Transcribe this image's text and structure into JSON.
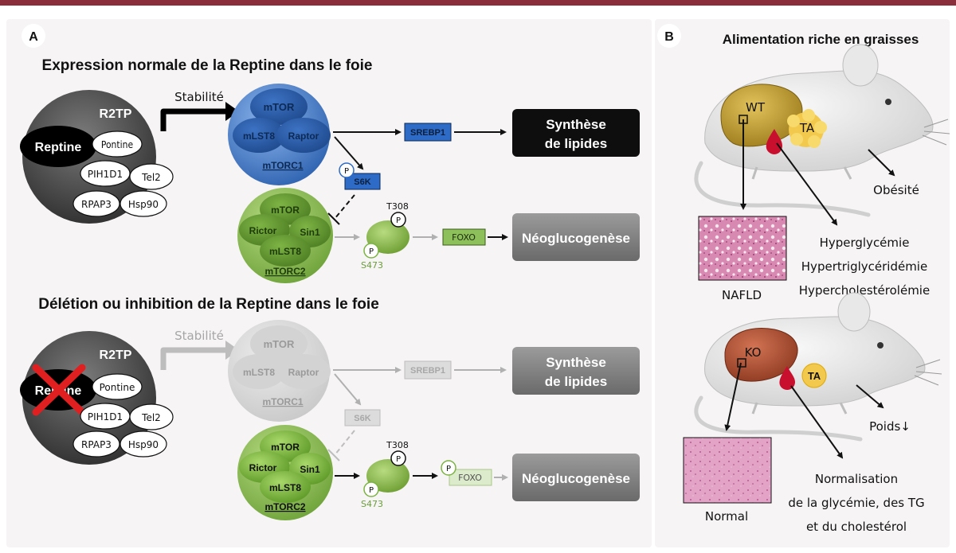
{
  "panelA": {
    "letter": "A",
    "top": {
      "title": "Expression normale de la Reptine dans le foie",
      "stability": "Stabilité",
      "r2tp": {
        "title": "R2TP",
        "reptine": "Reptine",
        "pontine": "Pontine",
        "pih1d1": "PIH1D1",
        "tel2": "Tel2",
        "rpap3": "RPAP3",
        "hsp90": "Hsp90"
      },
      "mtorc1": {
        "mtor": "mTOR",
        "mlst8": "mLST8",
        "raptor": "Raptor",
        "name": "mTORC1"
      },
      "srebp1": "SREBP1",
      "synthese": [
        "Synthèse",
        "de lipides"
      ],
      "s6k": "S6K",
      "p": "P",
      "mtorc2": {
        "mtor": "mTOR",
        "rictor": "Rictor",
        "sin1": "Sin1",
        "mlst8": "mLST8",
        "name": "mTORC2"
      },
      "t308": "T308",
      "s473": "S473",
      "foxo": "FOXO",
      "neoglucogenese": "Néoglucogenèse"
    },
    "bottom": {
      "title": "Délétion ou inhibition de la Reptine dans le foie",
      "stability": "Stabilité",
      "r2tp": {
        "title": "R2TP",
        "reptine": "Reptine",
        "pontine": "Pontine",
        "pih1d1": "PIH1D1",
        "tel2": "Tel2",
        "rpap3": "RPAP3",
        "hsp90": "Hsp90"
      },
      "mtorc1": {
        "mtor": "mTOR",
        "mlst8": "mLST8",
        "raptor": "Raptor",
        "name": "mTORC1"
      },
      "srebp1": "SREBP1",
      "synthese": [
        "Synthèse",
        "de lipides"
      ],
      "s6k": "S6K",
      "p": "P",
      "mtorc2": {
        "mtor": "mTOR",
        "rictor": "Rictor",
        "sin1": "Sin1",
        "mlst8": "mLST8",
        "name": "mTORC2"
      },
      "t308": "T308",
      "s473": "S473",
      "foxo": "FOXO",
      "neoglucogenese": "Néoglucogenèse"
    }
  },
  "panelB": {
    "letter": "B",
    "title": "Alimentation riche en graisses",
    "top": {
      "liver": "WT",
      "fat": "TA",
      "weight": "Obésité",
      "histology": "NAFLD",
      "effects": [
        "Hyperglycémie",
        "Hypertriglycéridémie",
        "Hypercholestérolémie"
      ]
    },
    "bottom": {
      "liver": "KO",
      "fat": "TA",
      "weight": "Poids↓",
      "histology": "Normal",
      "effects": [
        "Normalisation",
        "de la glycémie, des TG",
        "et du cholestérol"
      ]
    }
  },
  "colors": {
    "topbar": "#8B2E3C",
    "panel_bg": "#F6F4F4",
    "mtorc1_blue": "#4F86D3",
    "mtorc2_green": "#8FC24F",
    "dark_box": "#1A1A1A",
    "grey_box": "#7E7E7E",
    "liver_wt": "#C9A53A",
    "liver_ko": "#B5533A",
    "fat": "#F2C94C",
    "blood": "#C8102E"
  }
}
